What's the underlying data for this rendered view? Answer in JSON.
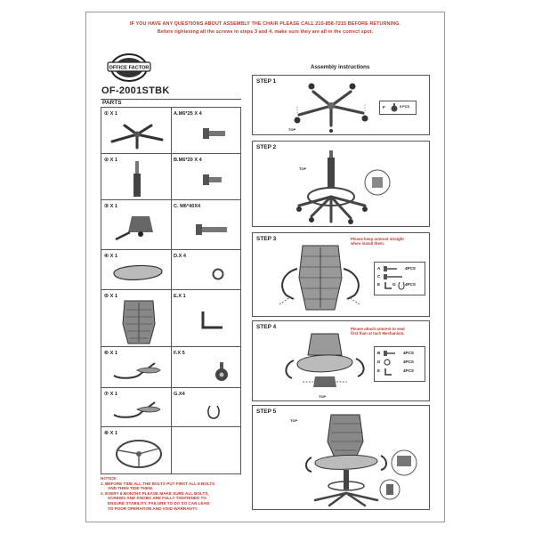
{
  "header": {
    "line1": "IF YOU HAVE ANY QUESTIONS ABOUT ASSEMBLY THE CHAIR PLEASE CALL 210-858-7215 BEFORE RETURNING.",
    "line2": "Before tightening all the screws in steps 3 and 4, make sure they are all in the correct spot."
  },
  "logo_text": "OFFICE FACTOR",
  "model": "OF-2001STBK",
  "parts_title": "PARTS",
  "parts": [
    {
      "left": "① X 1",
      "right": "A.M6*25 X 4"
    },
    {
      "left": "② X 1",
      "right": "B.M6*20 X 4"
    },
    {
      "left": "③ X 1",
      "right": "C. M6*40X4"
    },
    {
      "left": "④ X 1",
      "right": "D.X 4"
    },
    {
      "left": "⑤ X 1",
      "right": "E.X 1"
    },
    {
      "left": "⑥ X 1",
      "right": "F.X 5"
    },
    {
      "left": "⑦ X 1",
      "right": "G.X4"
    },
    {
      "left": "⑧ X 1",
      "right": ""
    }
  ],
  "notice": {
    "title": "NOTICE:",
    "item1a": "1. BEFORE TIDE ALL THE BOLTS PUT FIRST ALL 8 BOLTS",
    "item1b": "AND THEN TIDE THEM.",
    "item2a": "2. EVERY 6 MONTHS PLEASE MAKE SURE ALL BOLTS,",
    "item2b": "SCREWS AND KNOBS ARE FULLY TIGHTENED TO",
    "item2c": "ENSURE STABILITY. FAILURE TO DO SO CAN LEAD",
    "item2d": "TO POOR OPERATION AND VOID WARRANTY."
  },
  "assembly_title": "Assembly instructions",
  "steps": {
    "s1": {
      "label": "STEP 1",
      "top_label": "TOP",
      "hw": "F",
      "hw_count": "5 PCS"
    },
    "s2": {
      "label": "STEP 2",
      "top_label": "TOP"
    },
    "s3": {
      "label": "STEP 3",
      "note1": "Please keep armrest straight",
      "note2": "when install them.",
      "hw_a": "A",
      "hw_a_count": "4PCS",
      "hw_c": "C",
      "hw_e": "E",
      "hw_g": "G",
      "hw_g_count": "4PCS"
    },
    "s4": {
      "label": "STEP 4",
      "note1": "Please attach armrest to seat",
      "note2": "first than at tach Mechanism.",
      "hw_b": "B",
      "hw_b_count": "4PCS",
      "hw_d": "D",
      "hw_d_count": "4PCS",
      "hw_e": "E",
      "hw_e_count": "4PCS",
      "top_label": "TOP"
    },
    "s5": {
      "label": "STEP 5",
      "top_label": "TOP"
    }
  }
}
